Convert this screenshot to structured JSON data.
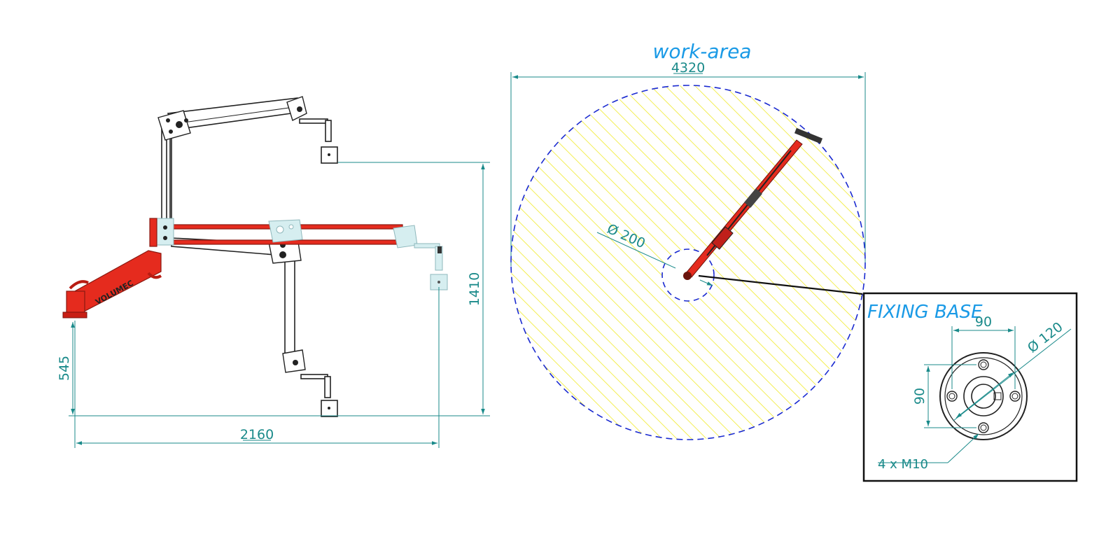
{
  "title": "work-area",
  "brand": "VOLUMEC",
  "dimensions": {
    "work_area_width": "4320",
    "base_height": "545",
    "reach_height": "1410",
    "reach_length": "2160",
    "center_diameter": "Ø 200"
  },
  "fixing_base": {
    "label": "FIXING BASE",
    "hole_spacing_h": "90",
    "hole_spacing_v": "90",
    "diameter": "Ø 120",
    "bolts": "4 x M10"
  },
  "colors": {
    "arm_red": "#e52b1e",
    "dimension_teal": "#1a8a8a",
    "label_blue": "#1a9ae6",
    "hatch_yellow": "#f0ea2a",
    "circle_dash_blue": "#1a2ad0"
  }
}
